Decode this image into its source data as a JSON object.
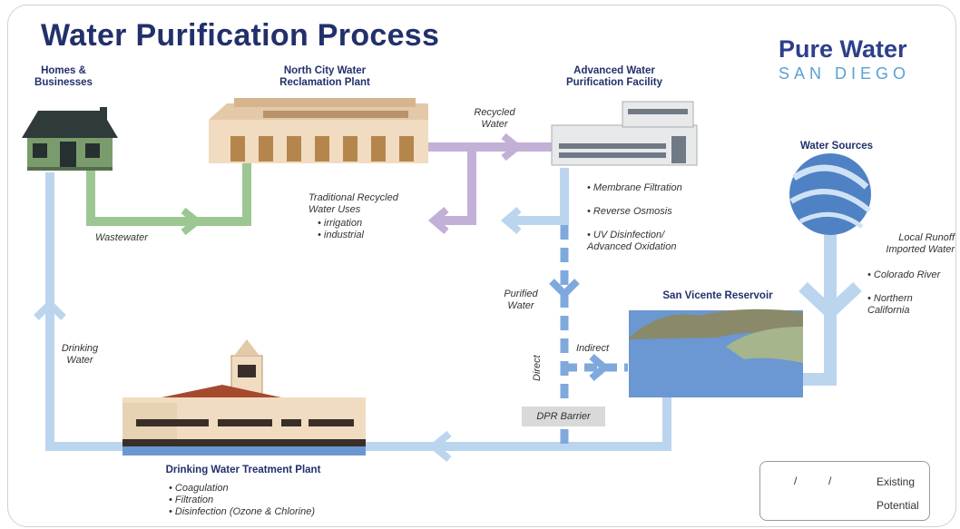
{
  "title": "Water Purification Process",
  "logo": {
    "main": "Pure Water",
    "sub": "SAN DIEGO"
  },
  "nodes": {
    "homes": "Homes &\nBusinesses",
    "reclamation": "North City Water\nReclamation Plant",
    "advanced": "Advanced Water\nPurification Facility",
    "sources": "Water Sources",
    "reservoir": "San Vicente Reservoir",
    "treatment": "Drinking Water Treatment Plant"
  },
  "flows": {
    "recycled_water": "Recycled\nWater",
    "wastewater": "Wastewater",
    "purified_water": "Purified\nWater",
    "indirect": "Indirect",
    "direct": "Direct",
    "drinking_water": "Drinking\nWater",
    "dpr_barrier": "DPR Barrier"
  },
  "advanced_steps": [
    "Membrane Filtration",
    "Reverse Osmosis",
    "UV Disinfection/\nAdvanced Oxidation"
  ],
  "recycled_uses": {
    "heading": "Traditional Recycled\nWater Uses",
    "items": [
      "irrigation",
      "industrial"
    ]
  },
  "sources_info": {
    "heading": "Local Runoff\nImported Water",
    "items": [
      "Colorado River",
      "Northern\nCalifornia"
    ]
  },
  "treatment_steps": [
    "Coagulation",
    "Filtration",
    "Disinfection (Ozone & Chlorine)"
  ],
  "legend": {
    "existing": "Existing",
    "potential": "Potential",
    "sep": "/"
  },
  "colors": {
    "title": "#22306b",
    "green": "#9cc792",
    "purple": "#c3b0d6",
    "lightblue": "#bcd5ee",
    "blue": "#7fa9dc"
  }
}
